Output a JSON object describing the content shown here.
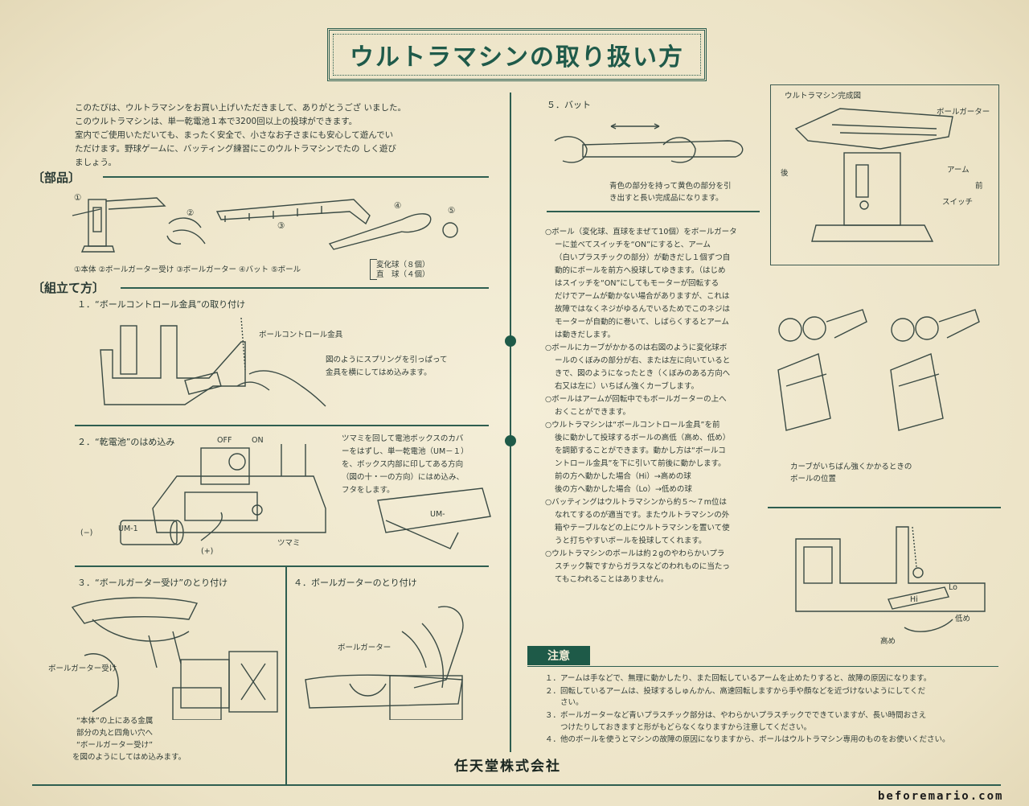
{
  "title": "ウルトラマシンの取り扱い方",
  "intro": [
    "このたびは、ウルトラマシンをお買い上げいただきまして、ありがとうござ いました。",
    "このウルトラマシンは、単一乾電池１本で3200回以上の投球ができます。",
    "室内でご使用いただいても、まったく安全で、小さなお子さまにも安心して遊んでい",
    "ただけます。野球ゲームに、バッティング練習にこのウルトラマシンでたの しく遊び",
    "ましょう。"
  ],
  "parts": {
    "heading": "〔部品〕",
    "numbers": [
      "①",
      "②",
      "③",
      "④",
      "⑤"
    ],
    "legend": "①本体 ②ボールガーター受け ③ボールガーター ④バット ⑤ボール",
    "ball_types": [
      "変化球（８個）",
      "直　球（４個）"
    ]
  },
  "assembly": {
    "heading": "〔組立て方〕",
    "step1": {
      "title": "１．“ボールコントロール金具”の取り付け",
      "label": "ボールコントロール金具",
      "desc": [
        "図のようにスプリングを引っぱって",
        "金具を横にしてはめ込みます。"
      ]
    },
    "step2": {
      "title": "２．“乾電池”のはめ込み",
      "switch_off": "OFF",
      "switch_on": "ON",
      "desc": [
        "ツマミを回して電池ボックスのカバ",
        "ーをはずし、単一乾電池（UM－１）",
        "を、ボックス内部に印してある方向",
        "（図の十・一の方向）にはめ込み、",
        "フタをします。"
      ],
      "battery_label": "UM-1",
      "minus": "(−)",
      "plus": "(+)",
      "knob_label": "ツマミ",
      "cover_label": "UM-"
    },
    "step3": {
      "title": "３．“ボールガーター受け”のとり付け",
      "label": "ボールガーター受け",
      "desc": [
        "“本体”の上にある金属",
        "部分の丸と四角い穴へ",
        "“ボールガーター受け”",
        "を図のようにしてはめ込みます。"
      ]
    },
    "step4": {
      "title": "４．ボールガーターのとり付け",
      "label": "ボールガーター"
    }
  },
  "bat": {
    "title": "５．バット",
    "desc": [
      "青色の部分を持って黄色の部分を引",
      "き出すと長い完成品になります。"
    ]
  },
  "complete": {
    "title": "ウルトラマシン完成図",
    "labels": {
      "guarder": "ボールガーター",
      "arm": "アーム",
      "back": "後",
      "front": "前",
      "switch": "スイッチ"
    }
  },
  "instructions": [
    "○ボール（変化球、直球をまぜて10個）をボールガータ",
    "ーに並べてスイッチを“ON”にすると、アーム",
    "（白いプラスチックの部分）が動きだし１個ずつ自",
    "動的にボールを前方へ投球してゆきます。（はじめ",
    "はスイッチを“ON”にしてもモーターが回転する",
    "だけでアームが動かない場合がありますが、これは",
    "故障ではなくネジがゆるんでいるためでこのネジは",
    "モーターが自動的に巻いて、しばらくするとアーム",
    "は動きだします。",
    "○ボールにカーブがかかるのは右図のように変化球ボ",
    "ールのくぼみの部分が右、または左に向いていると",
    "きで、図のようになったとき（くぼみのある方向へ",
    "右又は左に）いちばん強くカーブします。",
    "○ボールはアームが回転中でもボールガーターの上へ",
    "おくことができます。",
    "○ウルトラマシンは“ボールコントロール金具”を前",
    "後に動かして投球するボールの高低（高め、低め）",
    "を調節することができます。動かし方は“ボールコ",
    "ントロール金具”を下に引いて前後に動かします。",
    "前の方へ動かした場合（Hi）→高めの球",
    "後の方へ動かした場合（Lo）→低めの球",
    "○バッティングはウルトラマシンから約５～７m位は",
    "なれてするのが適当です。またウルトラマシンの外",
    "箱やテーブルなどの上にウルトラマシンを置いて使",
    "うと打ちやすいボールを投球してくれます。",
    "○ウルトラマシンのボールは約２gのやわらかいプラ",
    "スチック製ですからガラスなどのわれものに当たっ",
    "てもこわれることはありません。"
  ],
  "curve_caption": [
    "カーブがいちばん強くかかるときの",
    "ボールの位置"
  ],
  "control": {
    "hi": "Hi",
    "lo": "Lo",
    "high": "高め",
    "low": "低め"
  },
  "caution": {
    "heading": "注意",
    "items": [
      "１．アームは手などで、無理に動かしたり、また回転しているアームを止めたりすると、故障の原因になります。",
      "２．回転しているアームは、投球するしゅんかん、高速回転しますから手や顔などを近づけないようにしてくだ",
      "　　さい。",
      "３．ボールガーターなど青いプラスチック部分は、やわらかいプラスチックでできていますが、長い時間おさえ",
      "　　つけたりしておきますと形がもどらなくなりますから注意してください。",
      "４．他のボールを使うとマシンの故障の原因になりますから、ボールはウルトラマシン専用のものをお使いください。"
    ]
  },
  "maker": "任天堂株式会社",
  "site": "beforemario.com"
}
